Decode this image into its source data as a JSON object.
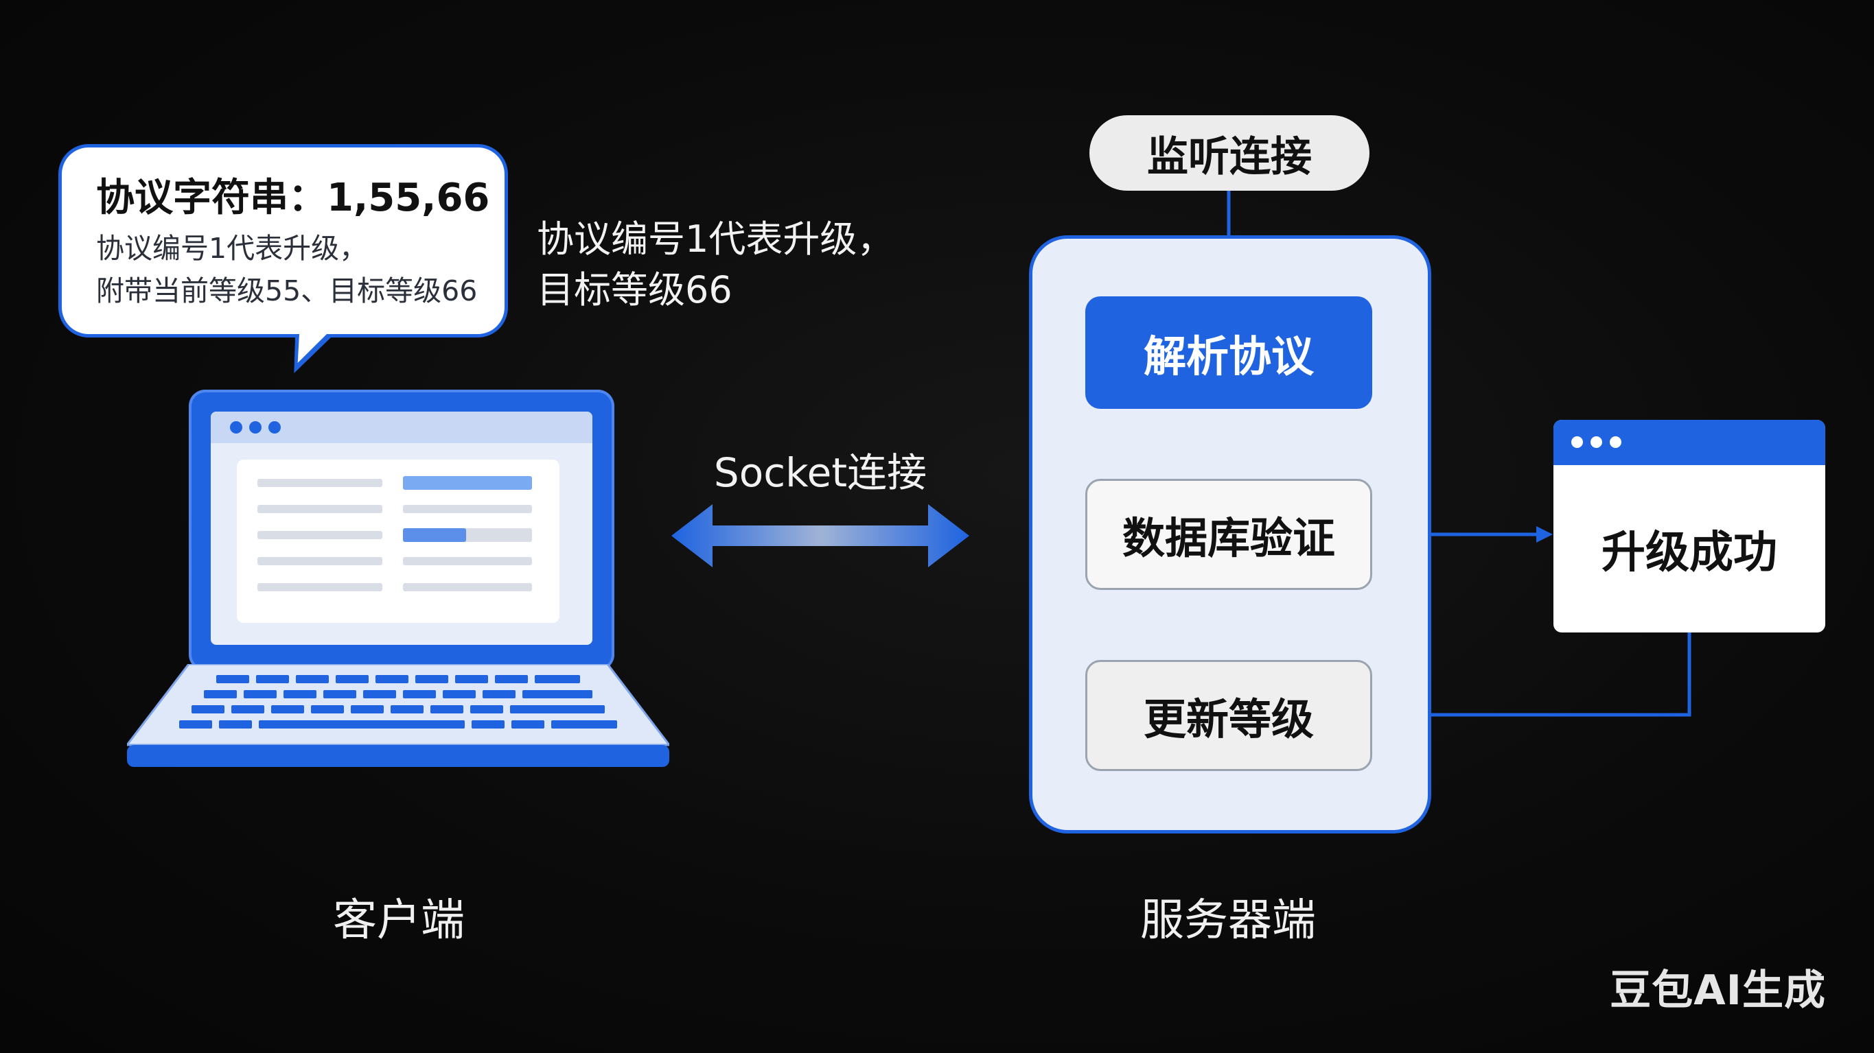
{
  "bubble": {
    "title": "协议字符串：1,55,66",
    "line1": "协议编号1代表升级，",
    "line2": "附带当前等级55、目标等级66"
  },
  "side_note": {
    "line1": "协议编号1代表升级，",
    "line2": "目标等级66"
  },
  "connection": {
    "label": "Socket连接"
  },
  "client": {
    "caption": "客户端"
  },
  "server": {
    "caption": "服务器端",
    "listen": "监听连接",
    "steps": [
      "解析协议",
      "数据库验证",
      "更新等级"
    ]
  },
  "result": {
    "label": "升级成功"
  },
  "watermark": "豆包AI生成",
  "colors": {
    "accent": "#1f63e0",
    "panel": "#e8eef9",
    "background": "#0b0b0b"
  }
}
